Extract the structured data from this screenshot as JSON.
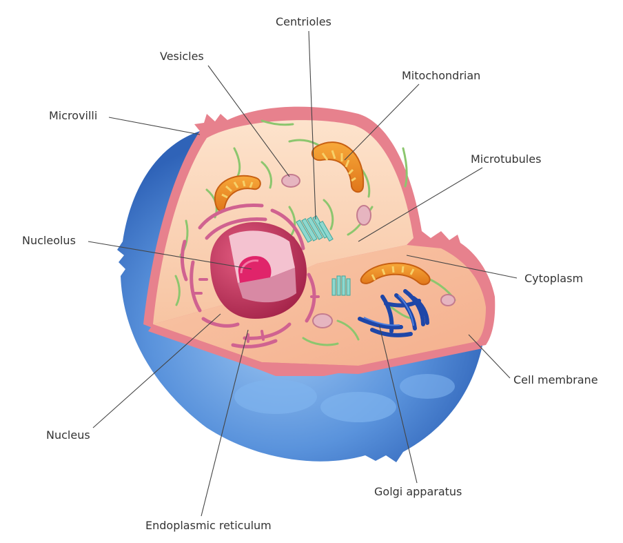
{
  "labels": {
    "centrioles": "Centrioles",
    "vesicles": "Vesicles",
    "mitochondrian": "Mitochondrian",
    "microvilli": "Microvilli",
    "microtubules": "Microtubules",
    "nucleolus": "Nucleolus",
    "cytoplasm": "Cytoplasm",
    "cell_membrane": "Cell membrane",
    "nucleus": "Nucleus",
    "golgi_apparatus": "Golgi apparatus",
    "endoplasmic_reticulum": "Endoplasmic reticulum"
  },
  "colors": {
    "membrane_blue": "#4a86d4",
    "cytoplasm_peach": "#f9c9a8",
    "membrane_pink": "#e0707e",
    "nucleus_magenta": "#c8325a",
    "mitochondria_orange": "#f08c1c",
    "golgi_blue": "#1e46a8",
    "centriole_teal": "#5ec9c0",
    "microtubule_green": "#8cc66e"
  }
}
